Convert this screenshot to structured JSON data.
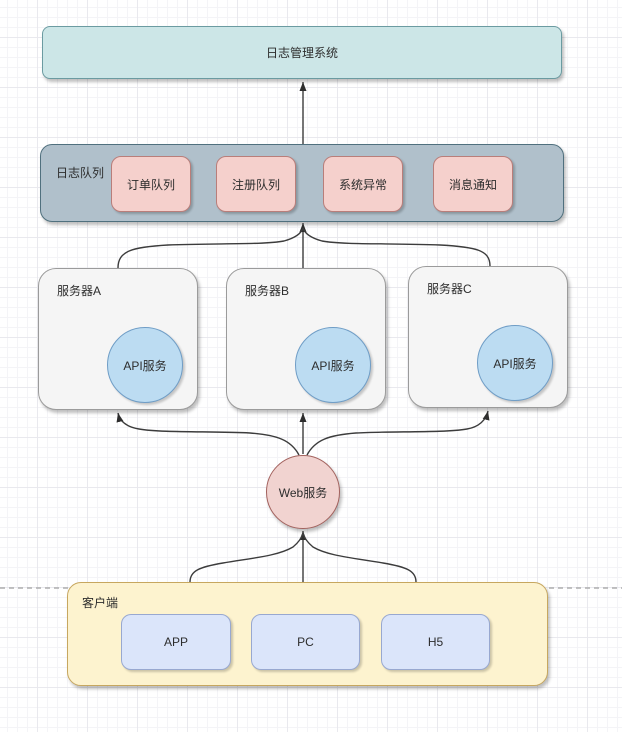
{
  "diagram": {
    "nodes": {
      "log_system": {
        "label": "日志管理系统"
      },
      "log_queue": {
        "label": "日志队列",
        "items": [
          {
            "label": "订单队列"
          },
          {
            "label": "注册队列"
          },
          {
            "label": "系统异常"
          },
          {
            "label": "消息通知"
          }
        ]
      },
      "servers": [
        {
          "label": "服务器A",
          "service": "API服务"
        },
        {
          "label": "服务器B",
          "service": "API服务"
        },
        {
          "label": "服务器C",
          "service": "API服务"
        }
      ],
      "web": {
        "label": "Web服务"
      },
      "client": {
        "label": "客户端",
        "items": [
          {
            "label": "APP"
          },
          {
            "label": "PC"
          },
          {
            "label": "H5"
          }
        ]
      }
    },
    "colors": {
      "log_system_fill": "#cce6e7",
      "log_system_border": "#6b9ba1",
      "queue_fill": "#b0c0cb",
      "queue_border": "#50707e",
      "queue_item_fill": "#f5d0cc",
      "queue_item_border": "#b97e7a",
      "server_fill": "#f5f5f5",
      "server_border": "#9b9b9b",
      "api_fill": "#bcdcf2",
      "api_border": "#6f9dc6",
      "web_fill": "#f1d3d0",
      "web_border": "#a3625e",
      "client_fill": "#fdf3cf",
      "client_border": "#c7a75f",
      "client_item_fill": "#dbe5fa",
      "client_item_border": "#98a8d0",
      "arrow": "#3c3c3c"
    }
  }
}
